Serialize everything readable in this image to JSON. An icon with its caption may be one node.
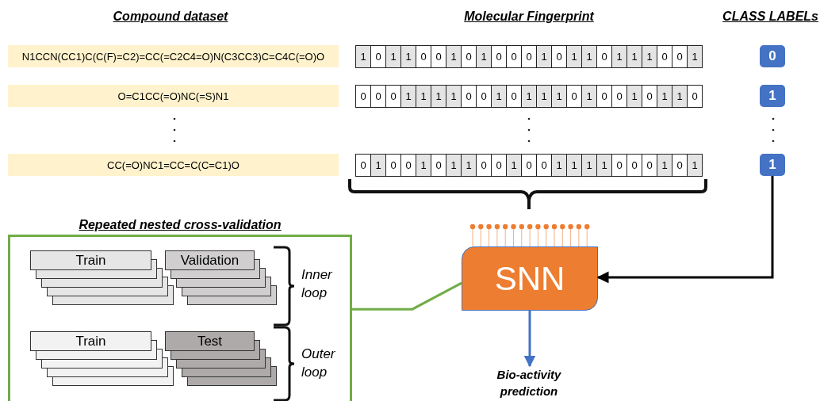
{
  "diagram": {
    "nodes": [
      {
        "text": [
          "N1CCN(CC1)C(C(F)=C2)=CC(=C2C4=O)N(C3CC3)C=C4C(=O)O"
        ]
      },
      {
        "text": [
          "O=C1CC(=O)NC(=S)N1"
        ]
      },
      {
        "text": [
          "CC(=O)NC1=CC=C(C=C1)O"
        ]
      },
      {
        "text": [
          "1",
          "0",
          "1",
          "1",
          "0",
          "0",
          "1",
          "0",
          "1",
          "0",
          "0",
          "0",
          "1",
          "0",
          "1",
          "1",
          "0",
          "1",
          "1",
          "1",
          "0",
          "0",
          "1"
        ]
      },
      {
        "text": [
          "0",
          "0",
          "0",
          "1",
          "1",
          "1",
          "1",
          "0",
          "0",
          "1",
          "0",
          "1",
          "1",
          "1",
          "0",
          "1",
          "0",
          "0",
          "1",
          "0",
          "1",
          "1",
          "0"
        ]
      },
      {
        "text": [
          "0",
          "1",
          "0",
          "0",
          "1",
          "0",
          "1",
          "1",
          "0",
          "0",
          "1",
          "0",
          "0",
          "1",
          "1",
          "1",
          "1",
          "0",
          "0",
          "0",
          "1",
          "0",
          "1"
        ]
      },
      {
        "text": [
          "0"
        ]
      },
      {
        "text": [
          "1"
        ]
      },
      {
        "text": [
          "1"
        ]
      },
      {
        "text": [
          "SNN"
        ]
      },
      {
        "text": [
          "Bio-activity prediction"
        ]
      },
      {
        "text": [
          "Repeated nested cross-validation"
        ]
      },
      {
        "text": [
          "Train"
        ],
        "in": 11
      },
      {
        "text": [
          "Validation"
        ],
        "in": 11
      },
      {
        "text": [
          "Train"
        ],
        "in": 11
      },
      {
        "text": [
          "Test"
        ],
        "in": 11
      }
    ],
    "edges": [
      {
        "from": 8,
        "to": 9,
        "arrow": "to"
      },
      {
        "from": 9,
        "to": 10,
        "arrow": "to",
        "color": "#4472c4"
      },
      {
        "from": 11,
        "to": 9,
        "arrow": "none",
        "color": "#70ad47"
      }
    ],
    "labels": [
      "Compound dataset",
      "Molecular Fingerprint",
      "CLASS LABELs",
      "Inner loop",
      "Outer loop"
    ]
  }
}
